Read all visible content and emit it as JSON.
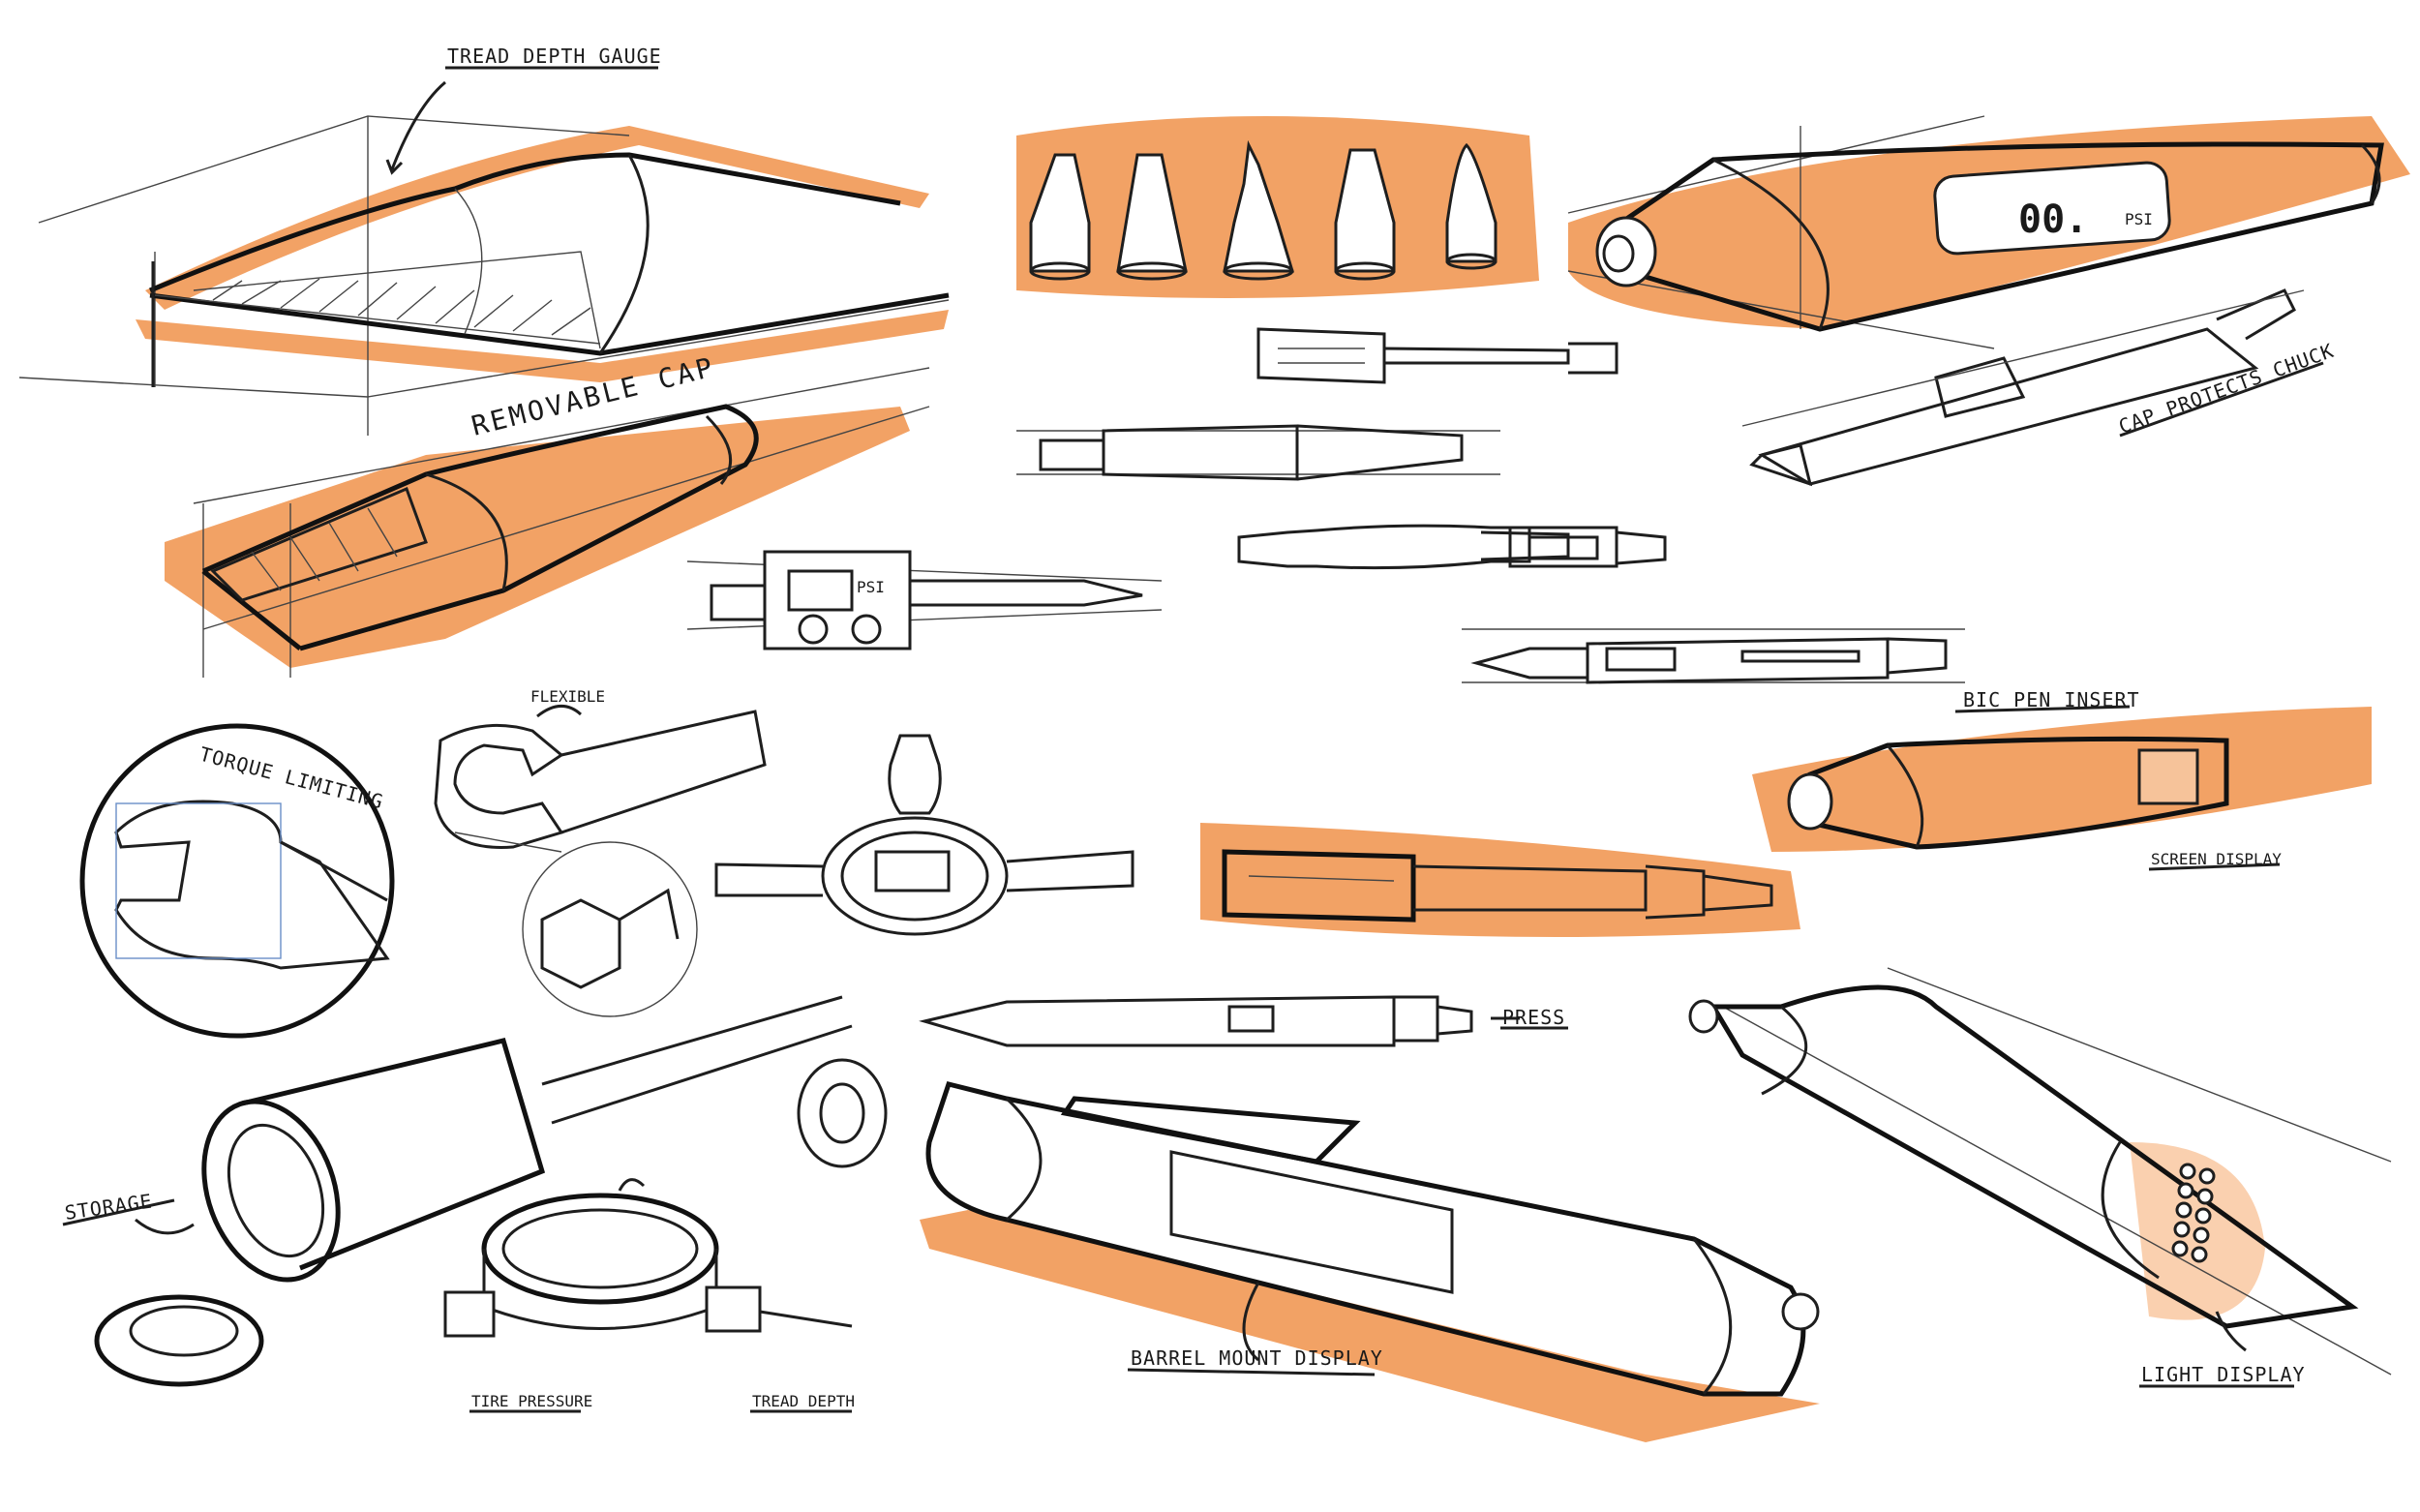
{
  "labels": {
    "tread_depth_gauge": "TREAD DEPTH GAUGE",
    "removable_cap": "REMOVABLE CAP",
    "cap_protects_chuck": "CAP PROTECTS CHUCK",
    "flexible": "FLEXIBLE",
    "torque_limiting": "TORQUE LIMITING",
    "bic_pen_insert": "BIC PEN INSERT",
    "screen_display": "SCREEN DISPLAY",
    "press": "PRESS",
    "storage": "STORAGE",
    "tire_pressure": "TIRE PRESSURE",
    "tread_depth": "TREAD DEPTH",
    "barrel_mount_display": "BARREL MOUNT DISPLAY",
    "light_display": "LIGHT DISPLAY"
  },
  "readouts": {
    "top_right_pen_digits": "00.",
    "top_right_pen_unit": "PSI",
    "gauge_tool_unit": "PSI"
  },
  "colors": {
    "marker": "#f0924a",
    "ink": "#1a1a1a"
  }
}
